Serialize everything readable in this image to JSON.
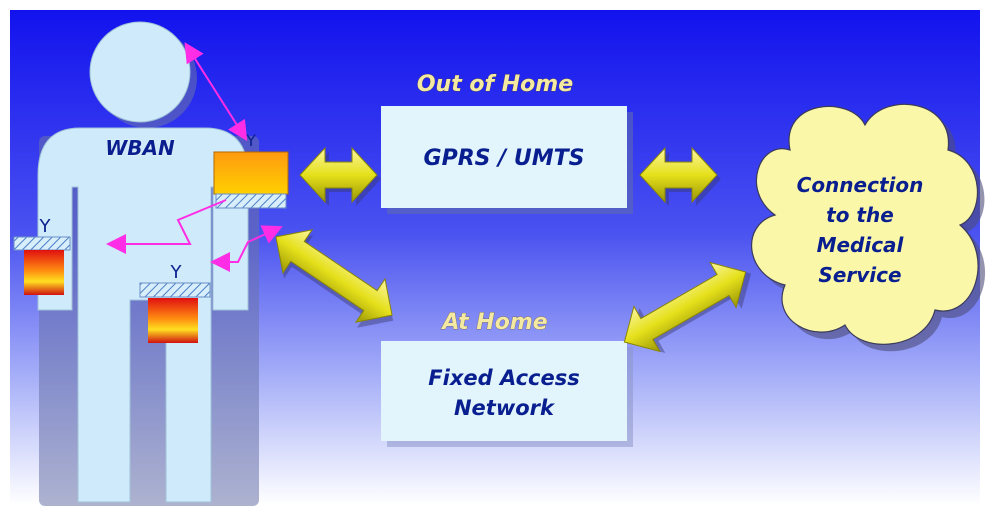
{
  "wban_label": "WBAN",
  "out_of_home": {
    "heading": "Out of Home",
    "network": "GPRS / UMTS"
  },
  "at_home": {
    "heading": "At Home",
    "network_line1": "Fixed Access",
    "network_line2": "Network"
  },
  "medical": {
    "line1": "Connection",
    "line2": "to the",
    "line3": "Medical",
    "line4": "Service"
  },
  "sensor_symbol": "Y",
  "colors": {
    "background_top": "#1212ee",
    "background_bottom": "#ffffff",
    "body": "#cfeafa",
    "cloud": "#fbf7a8",
    "network_box": "#e2f4fc",
    "heading_text": "#f4e9a3",
    "label_text": "#0a1f8f",
    "arrow": "#e5e01a",
    "wireless_link": "#ff2ee6"
  }
}
